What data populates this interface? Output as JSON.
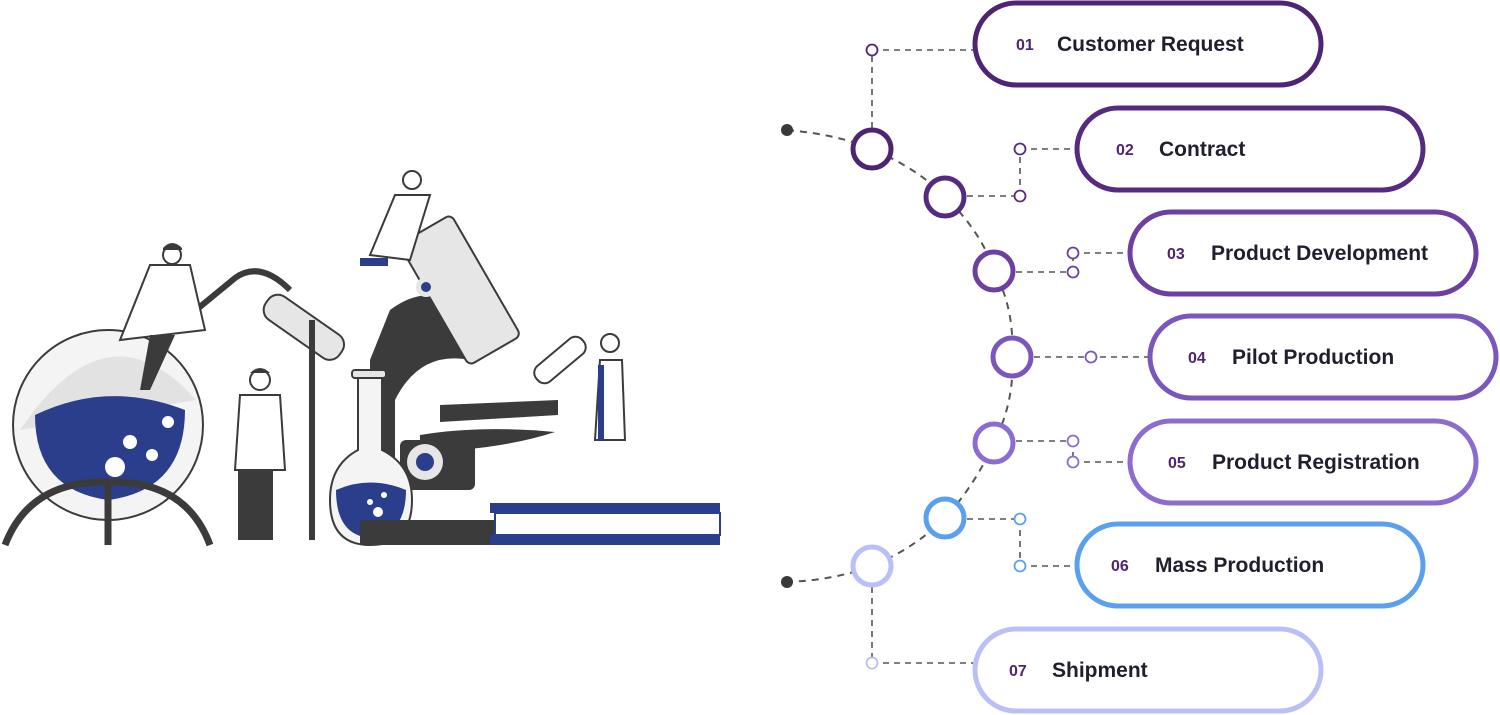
{
  "steps": [
    {
      "num": "01",
      "label": "Customer Request",
      "color": "#4f2472"
    },
    {
      "num": "02",
      "label": "Contract",
      "color": "#562a80"
    },
    {
      "num": "03",
      "label": "Product Development",
      "color": "#6c3fa0"
    },
    {
      "num": "04",
      "label": "Pilot Production",
      "color": "#7b56bd"
    },
    {
      "num": "05",
      "label": "Product Registration",
      "color": "#8c6cd1"
    },
    {
      "num": "06",
      "label": "Mass Production",
      "color": "#5aa0ee"
    },
    {
      "num": "07",
      "label": "Shipment",
      "color": "#b9c0f7"
    }
  ],
  "colors": {
    "number_text": "#4f2472",
    "dashed_line": "#555555",
    "illustration_blue": "#2b3e8c",
    "illustration_dark": "#3b3b3b",
    "illustration_light": "#e6e6e6"
  }
}
